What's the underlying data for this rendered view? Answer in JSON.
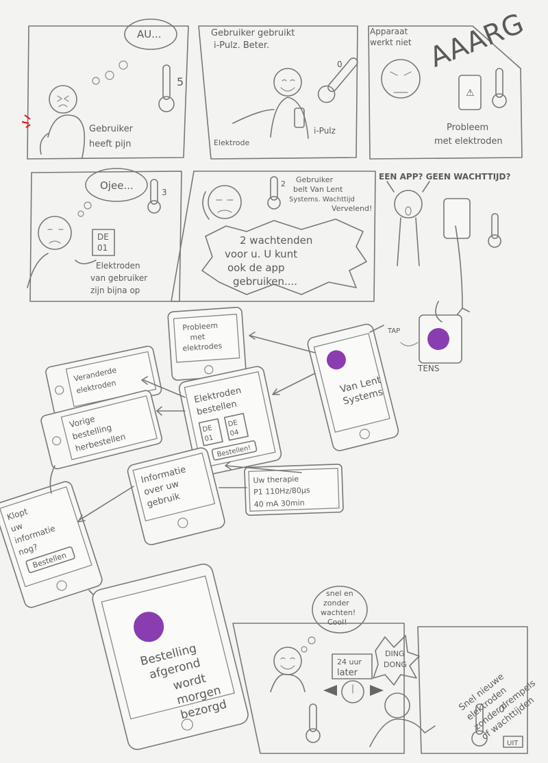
{
  "panels": {
    "p1": {
      "thought": "AU...",
      "caption": [
        "Gebruiker",
        "heeft pijn"
      ],
      "thermo": "5"
    },
    "p2": {
      "caption": [
        "Gebruiker gebruikt",
        "i-Pulz. Beter."
      ],
      "label_electrode": "Elektrode",
      "label_device": "i-Pulz",
      "thermo": "0"
    },
    "p3": {
      "caption": [
        "Apparaat",
        "werkt niet"
      ],
      "shout": "AAARG",
      "problem": [
        "Probleem",
        "met elektroden"
      ]
    },
    "p4": {
      "thought": "Ojee...",
      "thermo": "3",
      "box": [
        "DE",
        "01"
      ],
      "caption": [
        "Elektroden",
        "van gebruiker",
        "zijn bijna op"
      ]
    },
    "p5": {
      "thermo": "2",
      "caption": [
        "Gebruiker",
        "belt Van Lent",
        "Systems. Wachttijd",
        "Vervelend!"
      ],
      "speech": [
        "2 wachtenden",
        "voor u. U kunt",
        "ook de app",
        "gebruiken...."
      ]
    },
    "p6": {
      "caption": "EEN APP? GEEN WACHTTIJD?"
    }
  },
  "flow": {
    "tap": "TAP",
    "tens": "TENS",
    "home": [
      "Van Lent",
      "Systems"
    ],
    "problem": [
      "Probleem",
      "met",
      "elektrodes"
    ],
    "changed": [
      "Veranderde",
      "elektroden"
    ],
    "order_electrodes": {
      "title": [
        "Elektroden",
        "bestellen"
      ],
      "items": [
        [
          "DE",
          "01"
        ],
        [
          "DE",
          "04"
        ]
      ],
      "button": "Bestellen!"
    },
    "reorder": [
      "Vorige",
      "bestelling",
      "herbestellen"
    ],
    "info": [
      "Informatie",
      "over uw",
      "gebruik"
    ],
    "therapy": [
      "Uw therapie",
      "P1 110Hz/80μs",
      "40 mA 30min"
    ],
    "confirm": {
      "text": [
        "Klopt",
        "uw",
        "informatie",
        "nog?"
      ],
      "button": "Bestellen"
    },
    "done": [
      "Bestelling",
      "afgerond",
      "wordt",
      "morgen",
      "bezorgd"
    ]
  },
  "ending": {
    "thought": [
      "snel en",
      "zonder",
      "wachten!",
      "Cool!"
    ],
    "later": [
      "24 uur",
      "later"
    ],
    "bell": [
      "DING",
      "DONG"
    ],
    "quote": [
      "Snel nieuwe",
      "elektroden",
      "zonder drempels",
      "of wachttijden"
    ],
    "thermo": "0",
    "end": "UIT"
  }
}
